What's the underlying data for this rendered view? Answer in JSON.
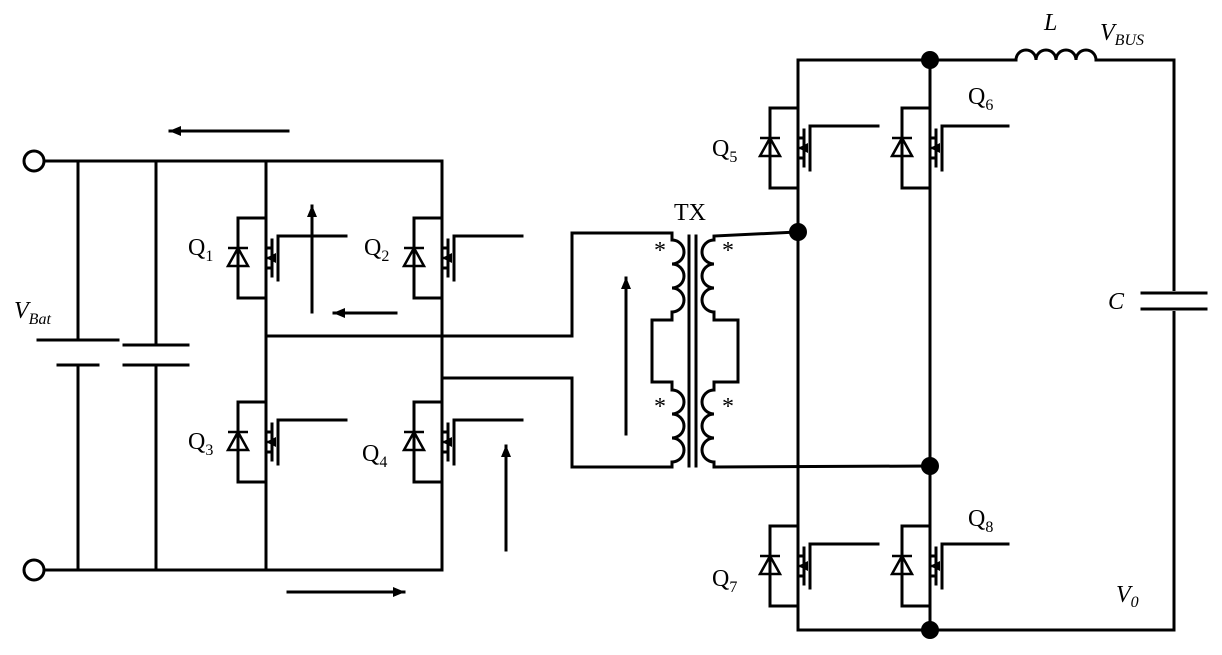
{
  "labels": {
    "v_bat": "V",
    "v_bat_sub": "Bat",
    "transformer": "TX",
    "inductor": "L",
    "v_bus": "V",
    "v_bus_sub": "BUS",
    "capacitor": "C",
    "v_out": "V",
    "v_out_sub": "0",
    "dot_mark": "*"
  },
  "switches": [
    {
      "letter": "Q",
      "sub": "1"
    },
    {
      "letter": "Q",
      "sub": "2"
    },
    {
      "letter": "Q",
      "sub": "3"
    },
    {
      "letter": "Q",
      "sub": "4"
    },
    {
      "letter": "Q",
      "sub": "5"
    },
    {
      "letter": "Q",
      "sub": "6"
    },
    {
      "letter": "Q",
      "sub": "7"
    },
    {
      "letter": "Q",
      "sub": "8"
    }
  ],
  "colors": {
    "ink": "#000000",
    "background": "#ffffff"
  }
}
